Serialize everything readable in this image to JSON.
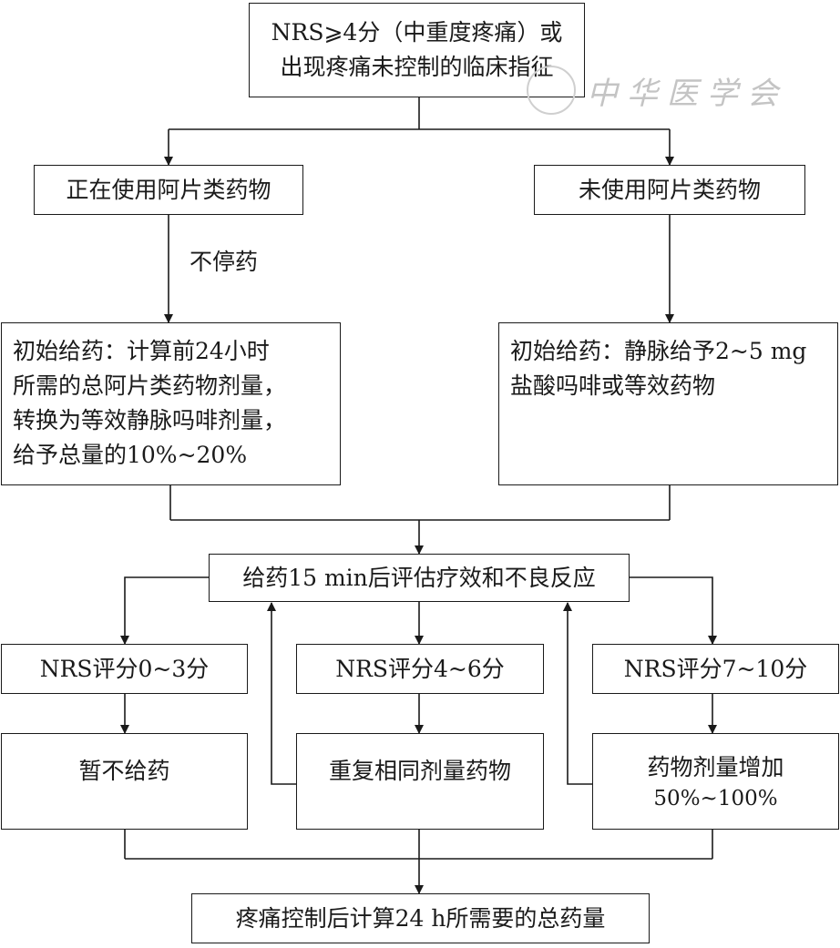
{
  "nodes": {
    "start": [
      "NRS⩾4分（中重度疼痛）或",
      "出现疼痛未控制的临床指征"
    ],
    "using_opioids": [
      "正在使用阿片类药物"
    ],
    "not_using_opioids": [
      "未使用阿片类药物"
    ],
    "initial_using": [
      "初始给药：计算前24小时",
      "所需的总阿片类药物剂量，",
      "转换为等效静脉吗啡剂量，",
      "给予总量的10%~20%"
    ],
    "initial_not_using": [
      "初始给药：静脉给予2~5 mg",
      "盐酸吗啡或等效药物"
    ],
    "assess": [
      "给药15 min后评估疗效和不良反应"
    ],
    "nrs_low": [
      "NRS评分0~3分"
    ],
    "nrs_mid": [
      "NRS评分4~6分"
    ],
    "nrs_high": [
      "NRS评分7~10分"
    ],
    "hold": [
      "暂不给药"
    ],
    "repeat": [
      "重复相同剂量药物"
    ],
    "increase": [
      "药物剂量增加",
      "50%~100%"
    ],
    "final": [
      "疼痛控制后计算24 h所需要的总药量"
    ]
  },
  "edge_labels": {
    "continue_drug": "不停药"
  },
  "watermark": {
    "text": "中华医学会"
  }
}
